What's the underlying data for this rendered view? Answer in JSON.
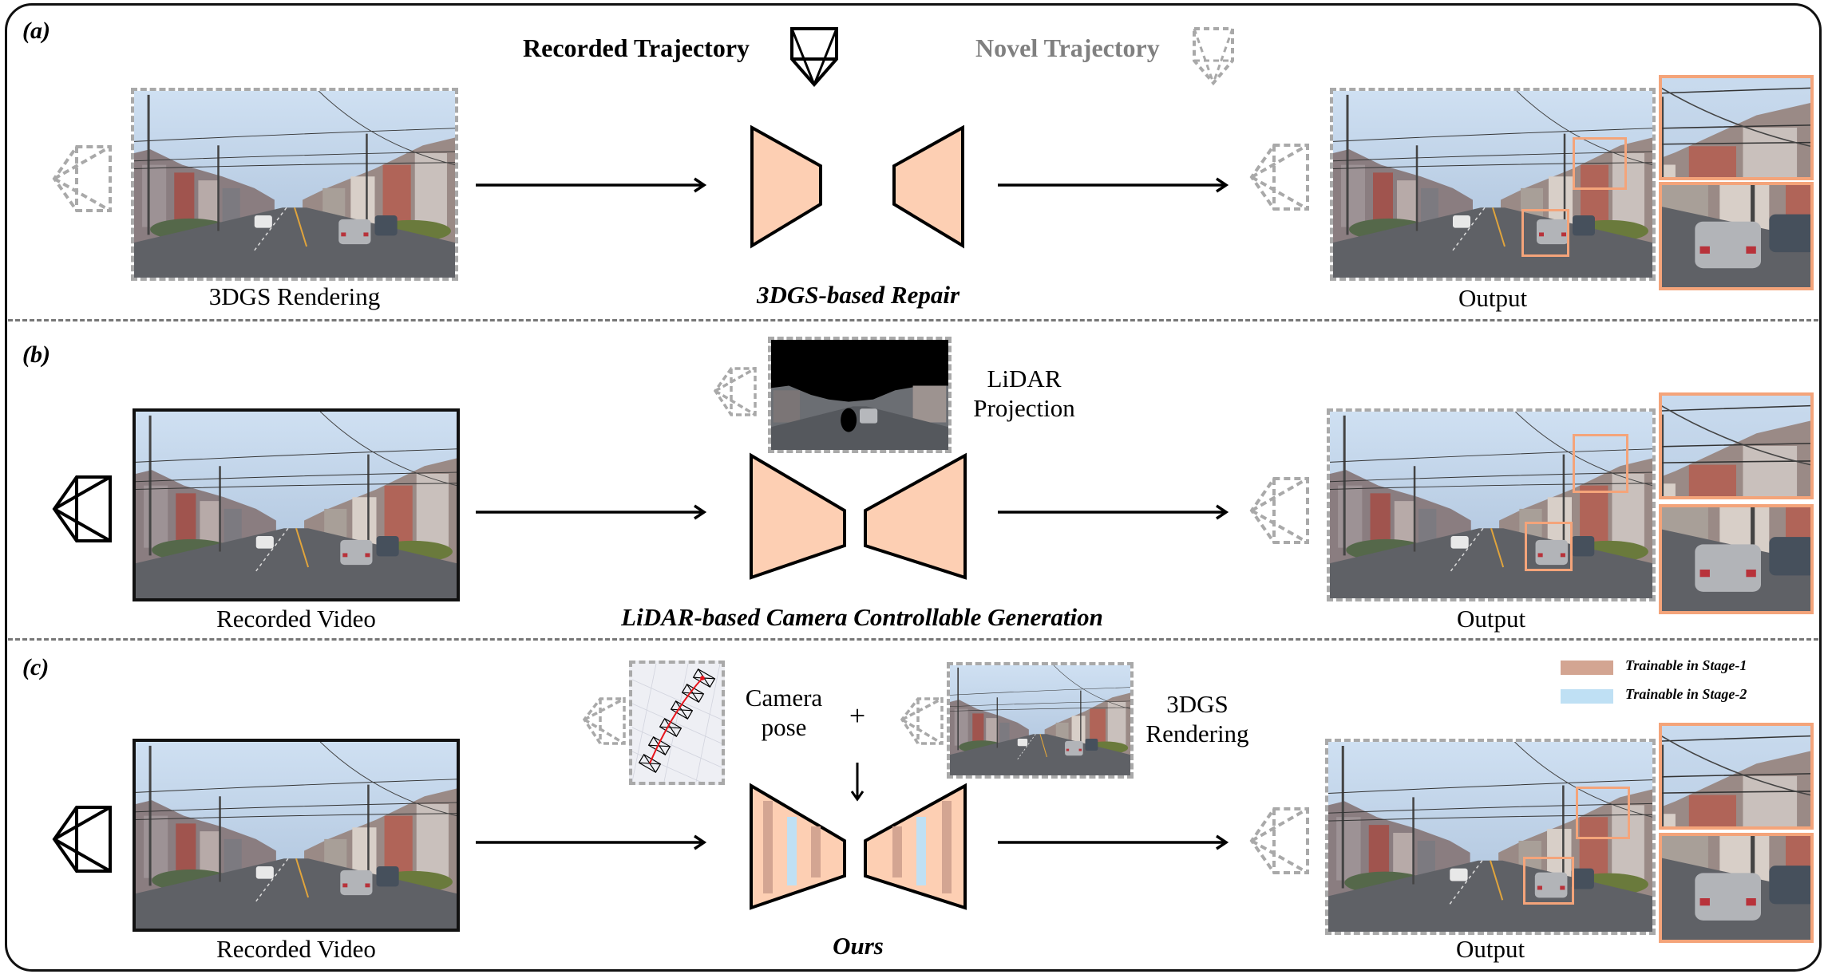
{
  "legend": {
    "recorded_trajectory": "Recorded Trajectory",
    "novel_trajectory": "Novel Trajectory",
    "recorded_icon": "camera-frustum-solid-icon",
    "novel_icon": "camera-frustum-dashed-icon"
  },
  "colors": {
    "network_fill": "#fdcfb3",
    "stage1": "#d3a592",
    "stage2": "#bfe0f4",
    "highlight": "#f4a47a",
    "novel_gray": "#a9a9a9",
    "legend_gray": "#808080"
  },
  "sections": [
    {
      "label": "(a)",
      "input_caption": "3DGS Rendering",
      "method_title": "3DGS-based Repair",
      "output_caption": "Output"
    },
    {
      "label": "(b)",
      "input_caption": "Recorded Video",
      "condition_label_line1": "LiDAR",
      "condition_label_line2": "Projection",
      "method_title": "LiDAR-based Camera Controllable Generation",
      "output_caption": "Output"
    },
    {
      "label": "(c)",
      "input_caption": "Recorded Video",
      "pose_label_line1": "Camera",
      "pose_label_line2": "pose",
      "plus": "+",
      "render_label_line1": "3DGS",
      "render_label_line2": "Rendering",
      "method_title": "Ours",
      "output_caption": "Output",
      "stage_legend": [
        {
          "label": "Trainable in Stage-1",
          "color": "#d3a592"
        },
        {
          "label": "Trainable in Stage-2",
          "color": "#bfe0f4"
        }
      ]
    }
  ]
}
